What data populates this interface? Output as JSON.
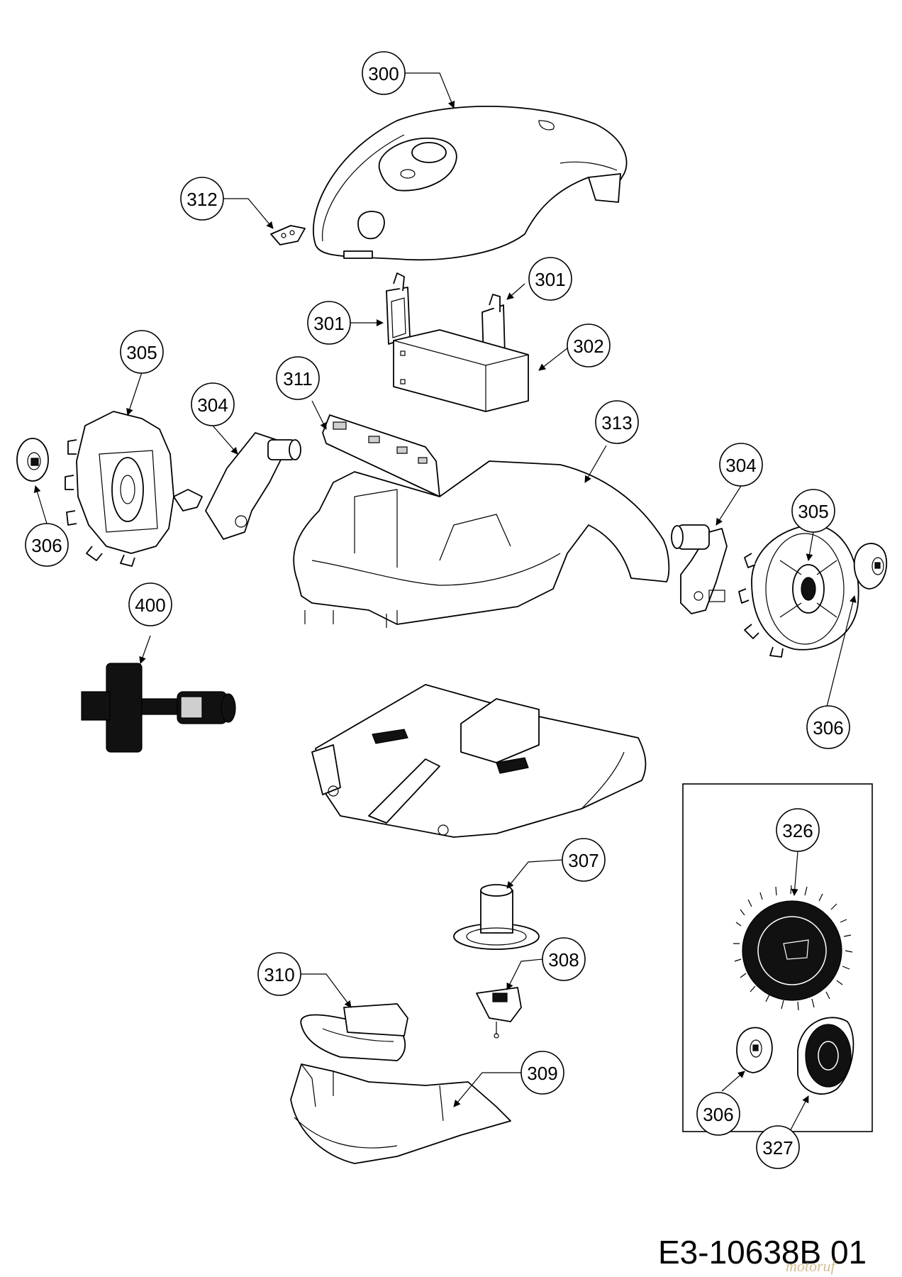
{
  "document_code": "E3-10638B 01",
  "watermark": "motoruf",
  "callouts": [
    "300",
    "312",
    "301",
    "301",
    "302",
    "305",
    "304",
    "311",
    "313",
    "306",
    "400",
    "304",
    "305",
    "306",
    "326",
    "307",
    "308",
    "310",
    "309",
    "306",
    "327"
  ]
}
